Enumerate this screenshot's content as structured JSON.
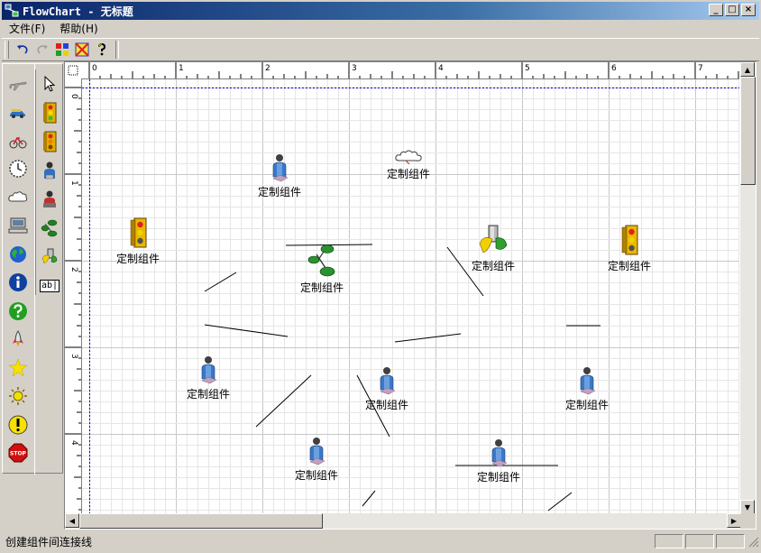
{
  "window": {
    "title": "FlowChart - 无标题"
  },
  "window_buttons": {
    "minimize": "_",
    "maximize": "□",
    "close": "×"
  },
  "menu": [
    {
      "label": "文件(F)"
    },
    {
      "label": "帮助(H)"
    }
  ],
  "toolbar": {
    "buttons": [
      "undo-icon",
      "redo-icon",
      "palette-icon",
      "grid-icon",
      "help-icon"
    ]
  },
  "palette": {
    "column1": [
      "airplane-icon",
      "car-icon",
      "bicycle-icon",
      "clock-icon",
      "cloud-icon",
      "computer-icon",
      "globe-icon",
      "info-icon",
      "question-icon",
      "rocket-icon",
      "star-icon",
      "sun-icon",
      "warning-icon",
      "stop-icon"
    ],
    "column2": [
      "pointer-icon",
      "traffic-light-icon",
      "traffic-light-alt-icon",
      "person-icon",
      "worker-icon",
      "tree-icon",
      "pushpin-icon",
      "text-icon"
    ],
    "text_tool_label": "ab|"
  },
  "ruler": {
    "top_labels": [
      "0",
      "1",
      "2",
      "3",
      "4",
      "5",
      "6",
      "7"
    ],
    "left_labels": [
      "0",
      "1",
      "2",
      "3",
      "4"
    ]
  },
  "nodes": [
    {
      "id": "n1",
      "label": "定制组件",
      "icon": "person-icon"
    },
    {
      "id": "n2",
      "label": "定制组件",
      "icon": "cloud-icon"
    },
    {
      "id": "n3",
      "label": "定制组件",
      "icon": "traffic-light-icon"
    },
    {
      "id": "n4",
      "label": "定制组件",
      "icon": "tree-icon"
    },
    {
      "id": "n5",
      "label": "定制组件",
      "icon": "pushpin-icon"
    },
    {
      "id": "n6",
      "label": "定制组件",
      "icon": "traffic-light-icon"
    },
    {
      "id": "n7",
      "label": "定制组件",
      "icon": "person-icon"
    },
    {
      "id": "n8",
      "label": "定制组件",
      "icon": "person-icon"
    },
    {
      "id": "n9",
      "label": "定制组件",
      "icon": "person-icon"
    },
    {
      "id": "n10",
      "label": "定制组件",
      "icon": "person-icon"
    },
    {
      "id": "n11",
      "label": "定制组件",
      "icon": "person-icon"
    }
  ],
  "status": {
    "text": "创建组件间连接线"
  },
  "colors": {
    "titlebar_start": "#0a246a",
    "titlebar_end": "#a6caf0",
    "chrome": "#d4d0c8",
    "grid": "#e4e4e4"
  }
}
